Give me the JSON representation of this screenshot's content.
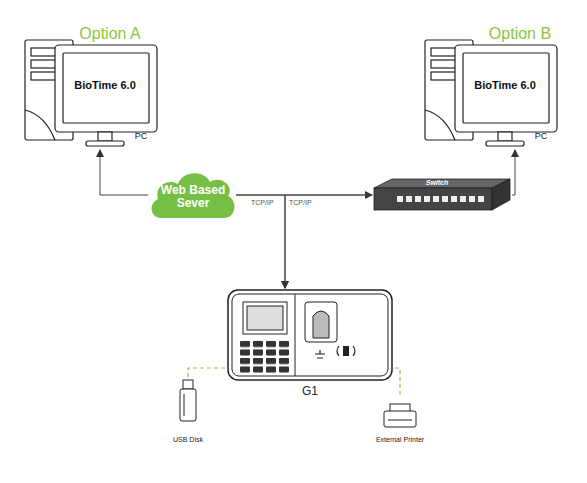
{
  "diagram": {
    "nodes": [
      {
        "text": [
          "Option A",
          "BioTime 6.0",
          "PC"
        ]
      },
      {
        "text": [
          "Option B",
          "BioTime 6.0",
          "PC"
        ]
      },
      {
        "text": [
          "Web Based Sever"
        ]
      },
      {
        "text": [
          "Switch"
        ]
      },
      {
        "text": [
          "G1"
        ]
      },
      {
        "text": [
          "USB Disk"
        ]
      },
      {
        "text": [
          "External Printer"
        ]
      }
    ],
    "edges": [
      {
        "from": 2,
        "to": 0,
        "arrow": "to"
      },
      {
        "from": 2,
        "to": 3,
        "arrow": "to"
      },
      {
        "from": 3,
        "to": 1,
        "arrow": "to"
      },
      {
        "from": 2,
        "to": 4,
        "label": "TCP/IP",
        "arrow": "to"
      },
      {
        "from": 3,
        "to": 4,
        "label": "TCP/IP",
        "arrow": "to"
      },
      {
        "from": 4,
        "to": 5,
        "arrow": "none"
      },
      {
        "from": 4,
        "to": 6,
        "arrow": "none"
      }
    ]
  }
}
